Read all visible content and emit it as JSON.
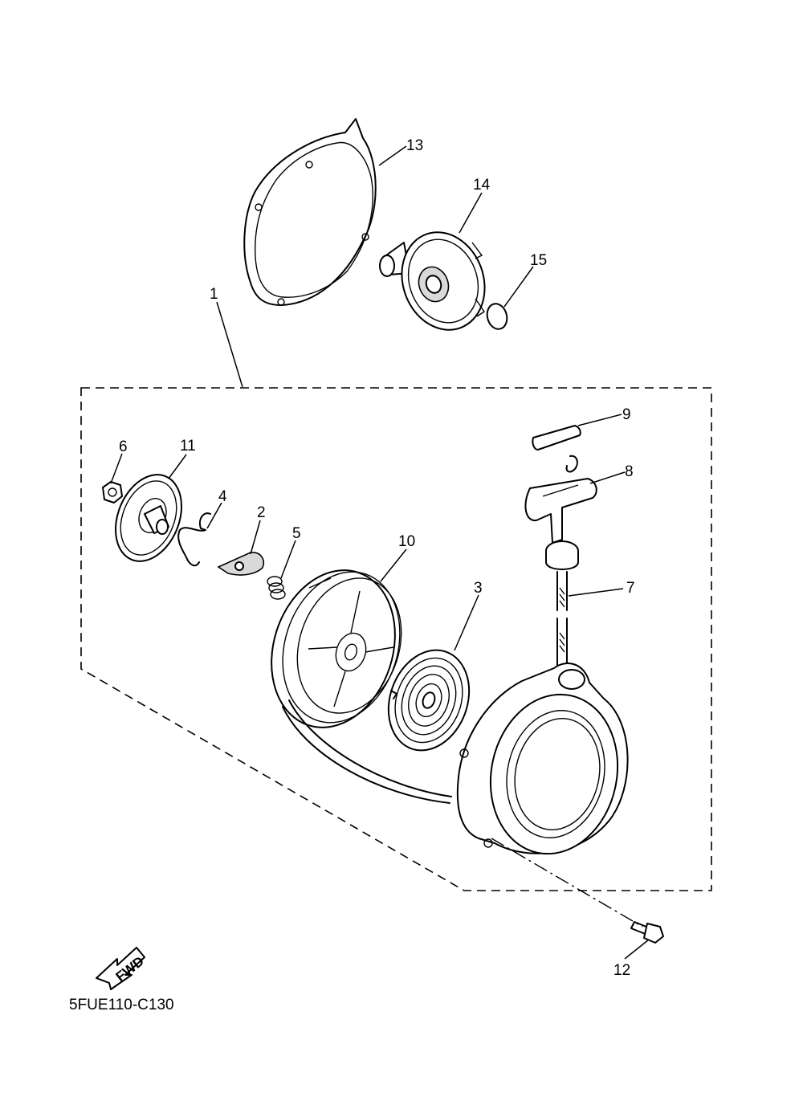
{
  "diagram": {
    "parts": [
      {
        "key": "1",
        "label": "1"
      },
      {
        "key": "2",
        "label": "2"
      },
      {
        "key": "3",
        "label": "3"
      },
      {
        "key": "4",
        "label": "4"
      },
      {
        "key": "5",
        "label": "5"
      },
      {
        "key": "6",
        "label": "6"
      },
      {
        "key": "7",
        "label": "7"
      },
      {
        "key": "8",
        "label": "8"
      },
      {
        "key": "9",
        "label": "9"
      },
      {
        "key": "10",
        "label": "10"
      },
      {
        "key": "11",
        "label": "11"
      },
      {
        "key": "12",
        "label": "12"
      },
      {
        "key": "13",
        "label": "13"
      },
      {
        "key": "14",
        "label": "14"
      },
      {
        "key": "15",
        "label": "15"
      }
    ],
    "direction_arrow": {
      "label": "FWD"
    },
    "figure_code": "5FUE110-C130"
  }
}
